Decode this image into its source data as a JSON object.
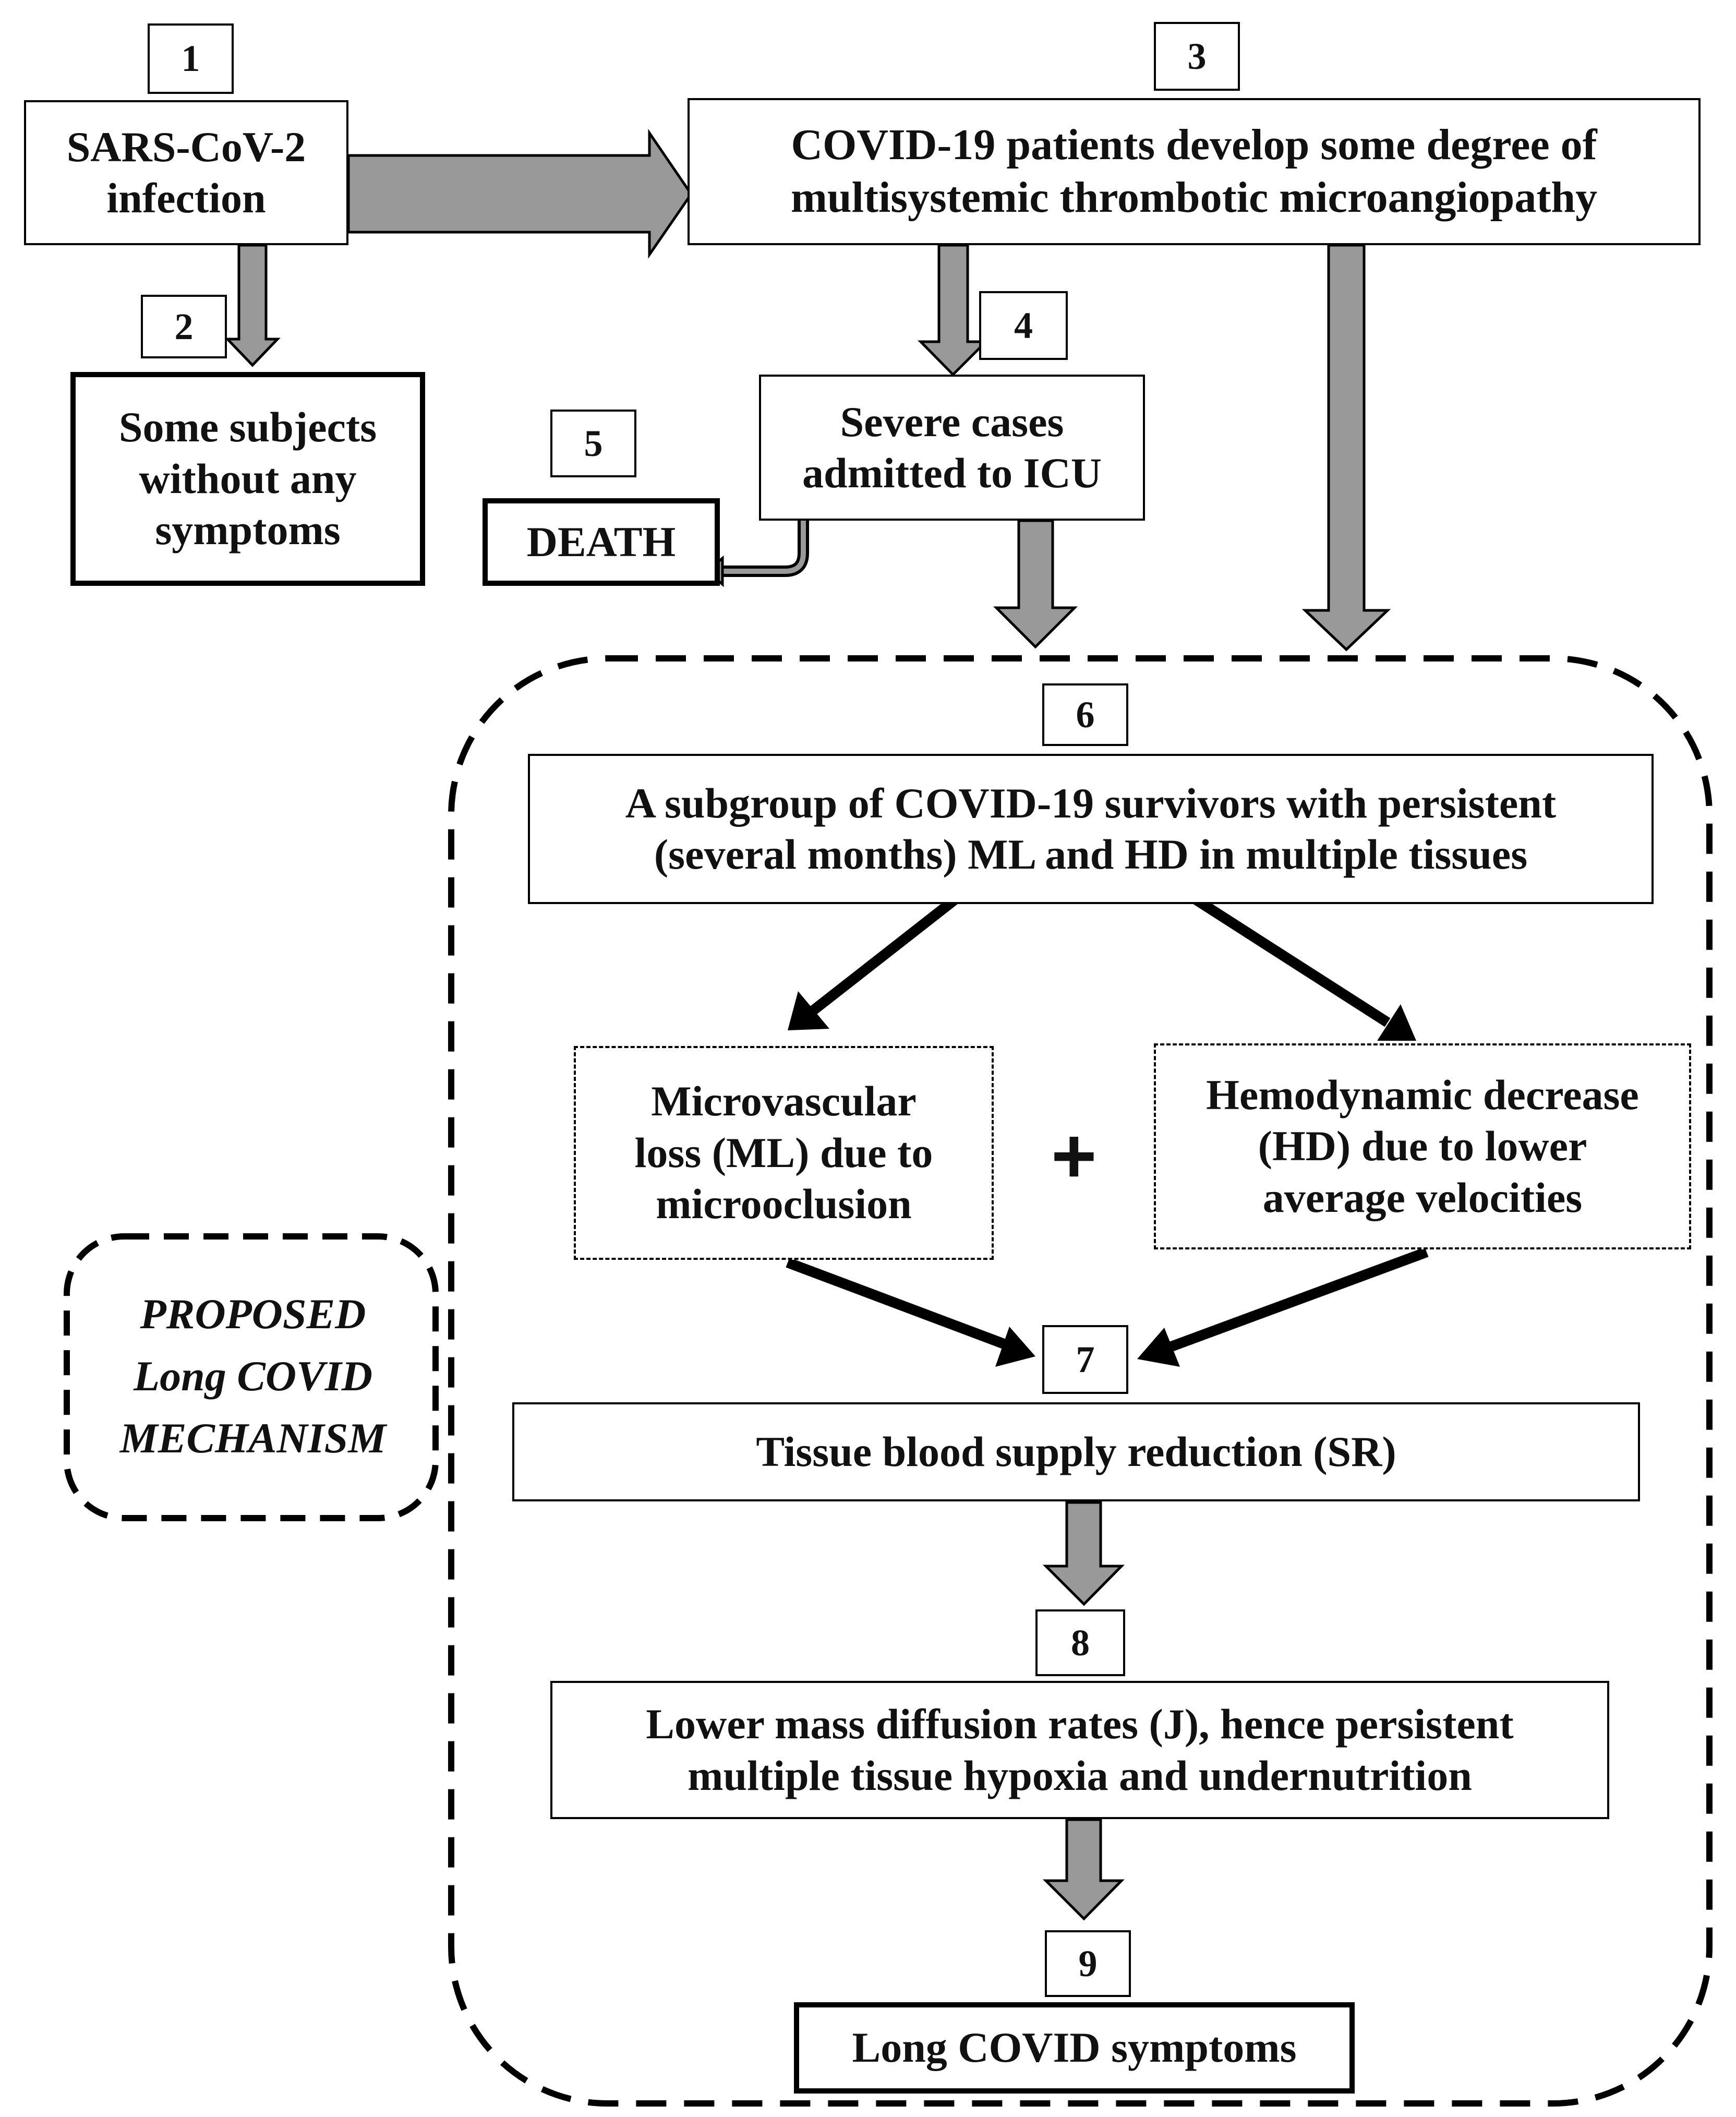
{
  "steps": {
    "s1": {
      "num": "1",
      "text": "SARS-CoV-2\ninfection"
    },
    "s2": {
      "num": "2",
      "text": "Some subjects\nwithout any\nsymptoms"
    },
    "s3": {
      "num": "3",
      "text": "COVID-19 patients develop some degree of\nmultisystemic thrombotic microangiopathy"
    },
    "s4": {
      "num": "4",
      "text": "Severe cases\nadmitted to ICU"
    },
    "s5": {
      "num": "5",
      "text": "DEATH"
    },
    "s6": {
      "num": "6",
      "text": "A subgroup of COVID-19 survivors with persistent\n(several months) ML and HD in multiple tissues"
    },
    "ml": {
      "text": "Microvascular\nloss (ML) due to\nmicrooclusion"
    },
    "hd": {
      "text": "Hemodynamic decrease\n(HD) due to lower\naverage velocities"
    },
    "plus": "+",
    "s7": {
      "num": "7",
      "text": "Tissue blood supply reduction (SR)"
    },
    "s8": {
      "num": "8",
      "text": "Lower mass diffusion rates (J), hence persistent\nmultiple tissue hypoxia and undernutrition"
    },
    "s9": {
      "num": "9",
      "text": "Long COVID symptoms"
    }
  },
  "mechanism_label": "PROPOSED\nLong COVID\nMECHANISM",
  "colors": {
    "arrow_fill": "#999999",
    "stroke": "#000000"
  }
}
